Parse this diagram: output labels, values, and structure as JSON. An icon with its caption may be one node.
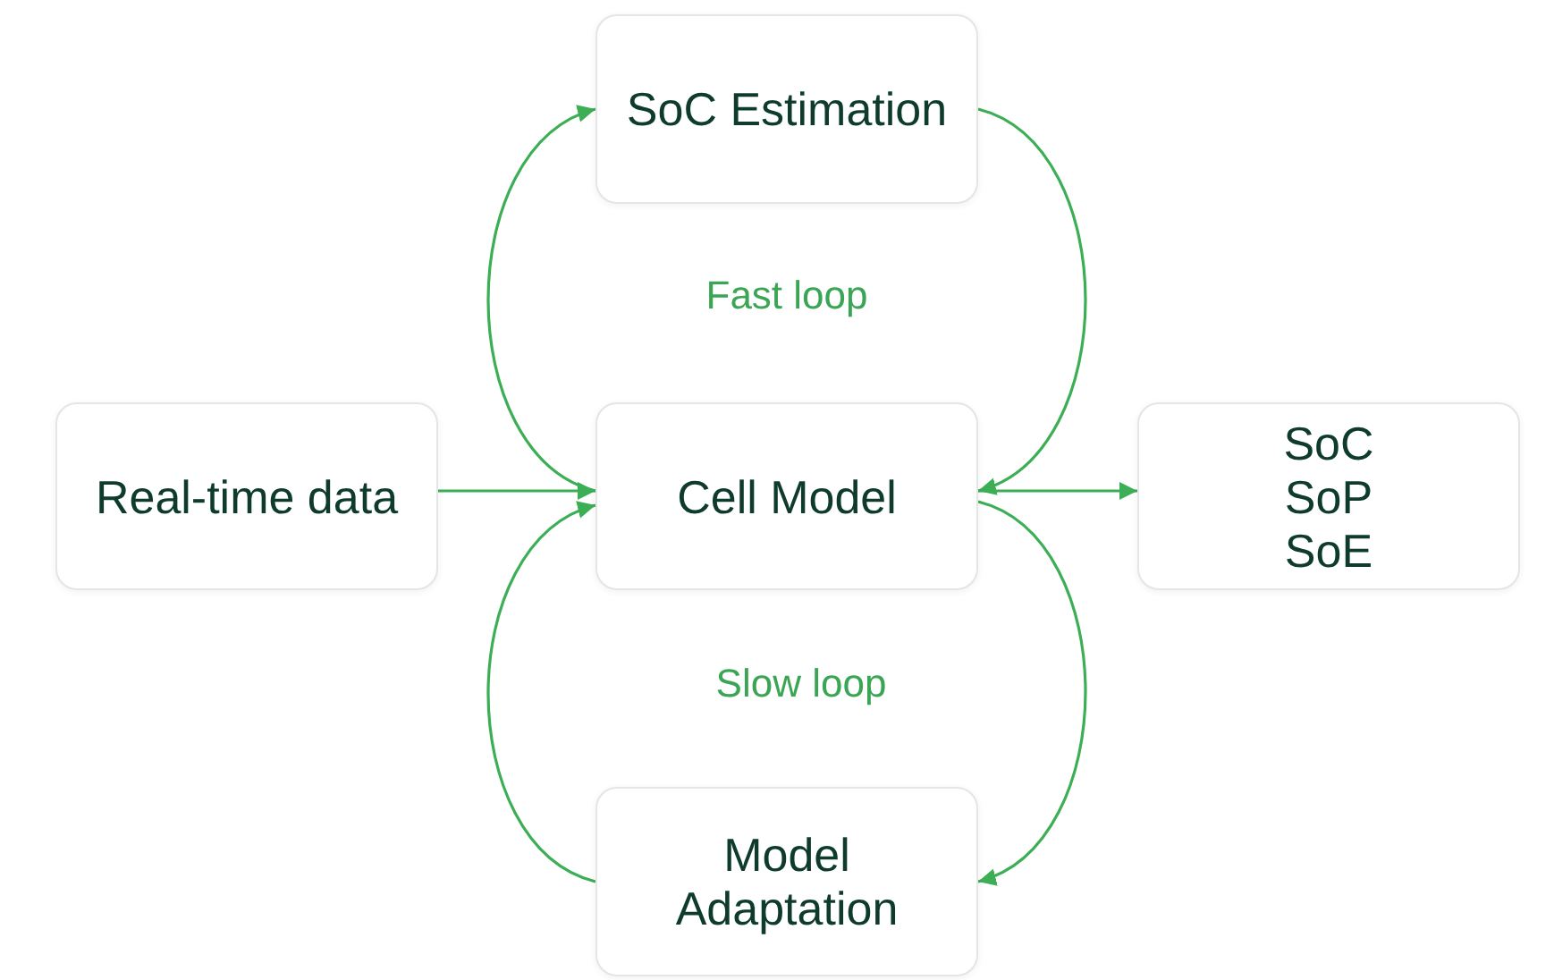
{
  "diagram": {
    "nodes": [
      {
        "text": [
          "SoC Estimation"
        ]
      },
      {
        "text": [
          "Real-time data"
        ]
      },
      {
        "text": [
          "Cell Model"
        ]
      },
      {
        "text": [
          "SoC",
          "SoP",
          "SoE"
        ]
      },
      {
        "text": [
          "Model Adaptation"
        ]
      }
    ],
    "edges": [
      {
        "from": 2,
        "to": 0,
        "arrow": "to"
      },
      {
        "from": 0,
        "to": 2,
        "arrow": "to"
      },
      {
        "from": 1,
        "to": 2,
        "arrow": "to"
      },
      {
        "from": 2,
        "to": 3,
        "arrow": "to"
      },
      {
        "from": 2,
        "to": 4,
        "arrow": "to"
      },
      {
        "from": 4,
        "to": 2,
        "arrow": "to"
      }
    ],
    "labels": [
      "Fast loop",
      "Slow loop"
    ]
  }
}
